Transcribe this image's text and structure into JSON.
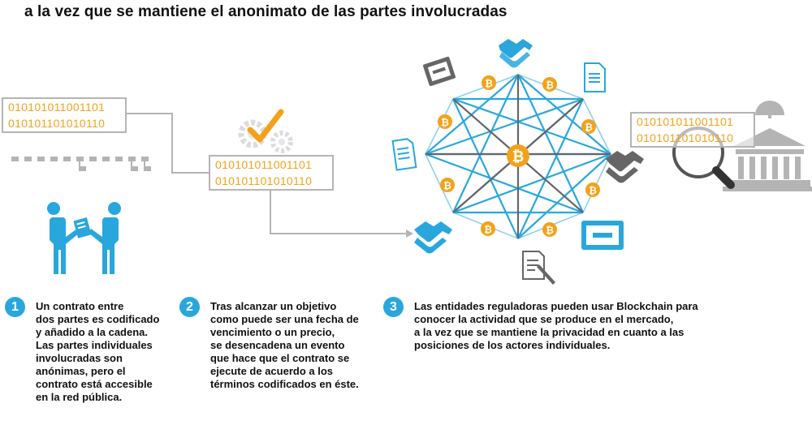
{
  "header": {
    "title": "a la vez que se mantiene el anonimato de las partes involucradas"
  },
  "code_blocks": {
    "left": [
      "010101011001101",
      "010101101010110"
    ],
    "middle": [
      "010101011001101",
      "010101101010110"
    ],
    "right": [
      "010101011001101",
      "010101101010110"
    ]
  },
  "network": {
    "center_symbol": "₿",
    "node_symbol": "₿"
  },
  "steps": [
    {
      "number": "1",
      "lines": [
        "Un contrato entre",
        "dos partes es codificado",
        "y añadido a la cadena.",
        "Las partes individuales",
        "involucradas son",
        "anónimas, pero el",
        "contrato está accesible",
        "en la red pública."
      ]
    },
    {
      "number": "2",
      "lines": [
        "Tras alcanzar un objetivo",
        "como puede ser una fecha de",
        "vencimiento o un precio,",
        "se desencadena un evento",
        "que hace que el contrato se",
        "ejecute de acuerdo a los",
        "términos codificados en éste."
      ]
    },
    {
      "number": "3",
      "lines": [
        "Las entidades reguladoras pueden usar Blockchain para",
        "conocer la actividad que se produce en el mercado,",
        "a la vez que se mantiene la privacidad en cuanto a las",
        "posiciones de los actores individuales."
      ]
    }
  ],
  "colors": {
    "blue": "#29a7dd",
    "light_blue": "#8fd0ee",
    "orange": "#f2a21a",
    "gray": "#b4b4b4",
    "dark_gray": "#666666"
  },
  "icons": [
    "people-exchange-icon",
    "gears-check-icon",
    "handshake-icon",
    "document-icon",
    "bitcoin-icon",
    "government-building-icon",
    "magnifier-icon",
    "certificate-icon",
    "contract-sign-icon"
  ]
}
